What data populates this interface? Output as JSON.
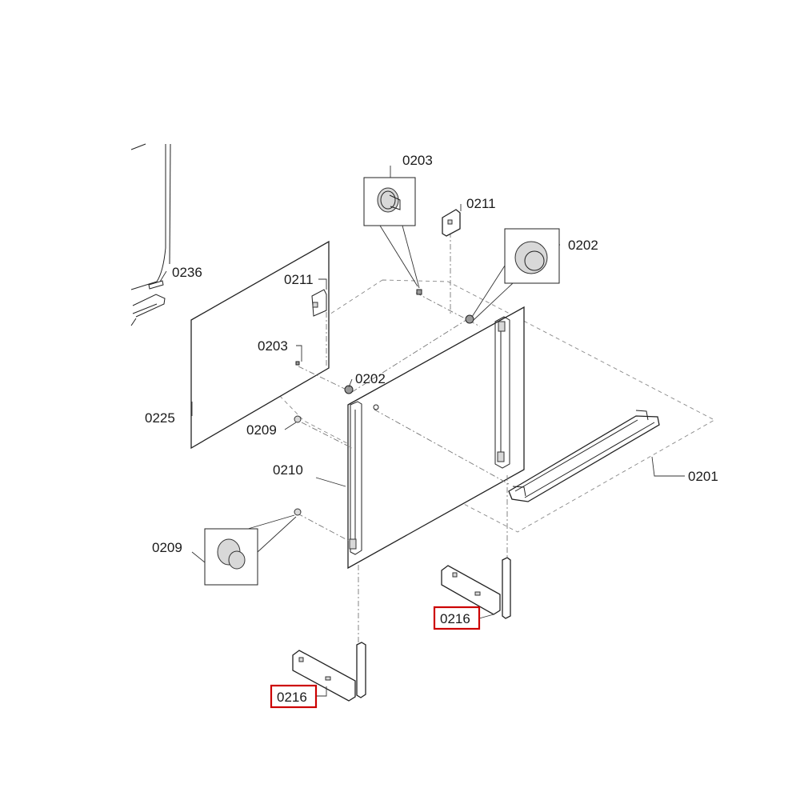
{
  "diagram": {
    "part_labels": [
      {
        "id": "p0203_top",
        "text": "0203",
        "highlighted": false
      },
      {
        "id": "p0211_top",
        "text": "0211",
        "highlighted": false
      },
      {
        "id": "p0202_top",
        "text": "0202",
        "highlighted": false
      },
      {
        "id": "p0236",
        "text": "0236",
        "highlighted": false
      },
      {
        "id": "p0211_left",
        "text": "0211",
        "highlighted": false
      },
      {
        "id": "p0203_left",
        "text": "0203",
        "highlighted": false
      },
      {
        "id": "p0202_mid",
        "text": "0202",
        "highlighted": false
      },
      {
        "id": "p0225",
        "text": "0225",
        "highlighted": false
      },
      {
        "id": "p0209_upper",
        "text": "0209",
        "highlighted": false
      },
      {
        "id": "p0210",
        "text": "0210",
        "highlighted": false
      },
      {
        "id": "p0201",
        "text": "0201",
        "highlighted": false
      },
      {
        "id": "p0209_lower",
        "text": "0209",
        "highlighted": false
      },
      {
        "id": "p0216_right",
        "text": "0216",
        "highlighted": true
      },
      {
        "id": "p0216_left",
        "text": "0216",
        "highlighted": true
      }
    ],
    "highlight_color": "#cc0000"
  }
}
